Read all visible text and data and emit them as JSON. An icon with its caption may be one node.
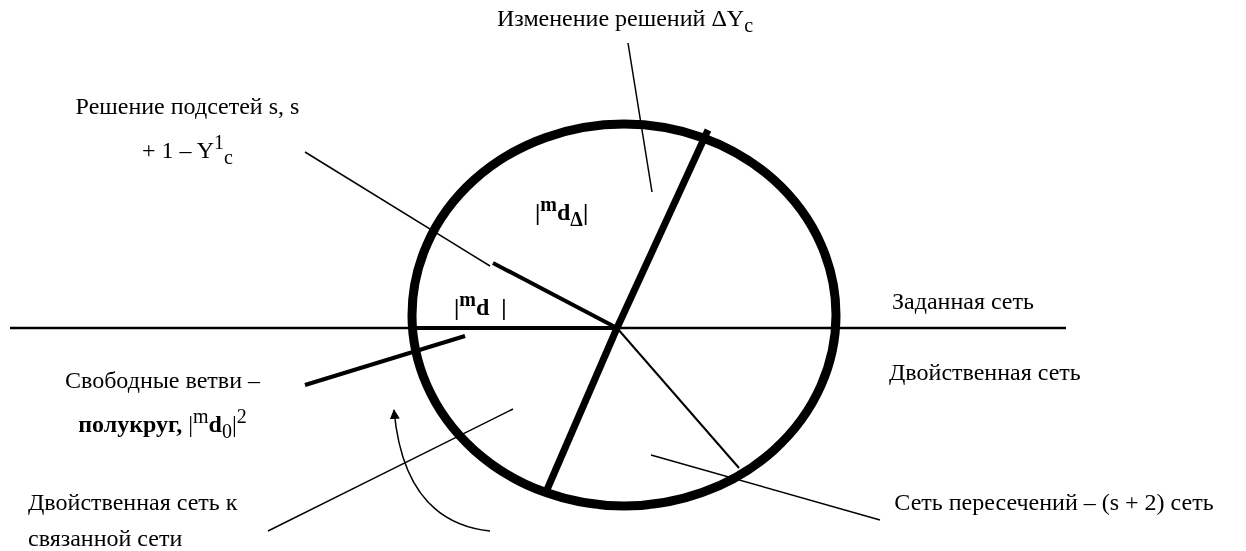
{
  "diagram": {
    "nodes": [
      {
        "text": [
          "Изменение решений  ΔY$_{c}$"
        ]
      },
      {
        "text": [
          "Решение подсетей s, s + 1 – Y$^{1}$$_{c}$"
        ]
      },
      {
        "text": [
          "Свободные ветви – **полукруг,** |$^{m}$**d**$_{0}$|$^{2}$"
        ]
      },
      {
        "text": [
          "Двойственная сеть к связанной сети"
        ]
      },
      {
        "text": [
          "Сеть пересечений – (s + 2) сеть"
        ]
      }
    ],
    "edges": [
      {
        "from": 0,
        "to": null,
        "arrow": "none"
      },
      {
        "from": 1,
        "to": null,
        "arrow": "none"
      },
      {
        "from": 2,
        "to": null,
        "arrow": "none",
        "style": "thick"
      },
      {
        "from": 3,
        "to": null,
        "arrow": "none"
      },
      {
        "from": 4,
        "to": null,
        "arrow": "none"
      }
    ],
    "labels": [
      "|$^{m}$d$_{Δ}$|",
      "|$^{m}$d  |",
      "Заданная сеть",
      "Двойственная сеть"
    ]
  }
}
